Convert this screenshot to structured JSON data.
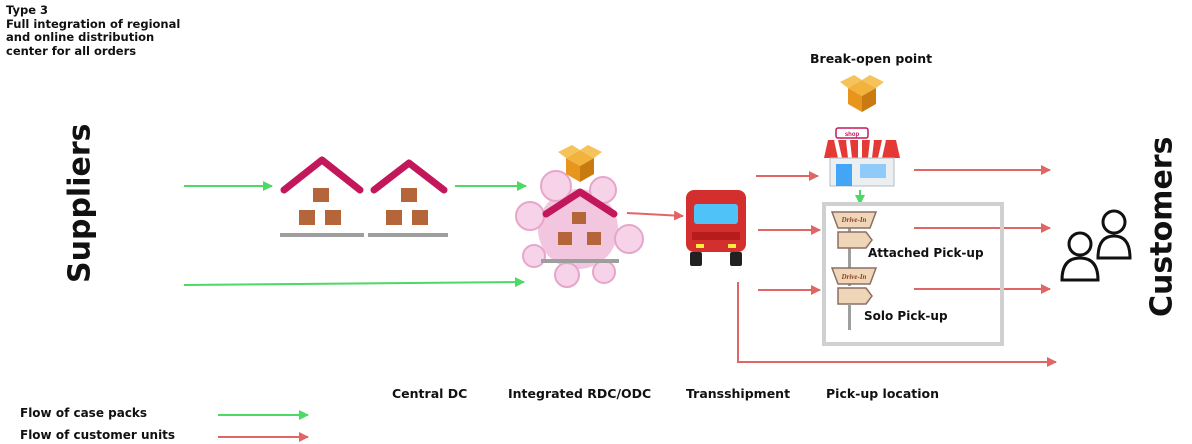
{
  "title": {
    "line1": "Type 3",
    "line2": "Full integration of regional",
    "line3": "and online distribution",
    "line4": "center for all orders"
  },
  "labels": {
    "suppliers": "Suppliers",
    "customers": "Customers",
    "break_open_point": "Break-open point",
    "attached_pickup": "Attached Pick-up",
    "solo_pickup": "Solo Pick-up",
    "central_dc": "Central DC",
    "integrated_rdc_odc": "Integrated RDC/ODC",
    "transshipment": "Transshipment",
    "pickup_location": "Pick-up location",
    "shop_sign": "shop",
    "drive_in_sign": "Drive-In"
  },
  "legend": {
    "case_packs": "Flow of case packs",
    "customer_units": "Flow of customer units"
  },
  "colors": {
    "case_packs_arrow": "#4cd964",
    "customer_units_arrow": "#e06666",
    "house_roof": "#c2185b",
    "box": "#b5653a",
    "truck": "#d32f2f",
    "pickup_frame": "#d0d0d0"
  }
}
